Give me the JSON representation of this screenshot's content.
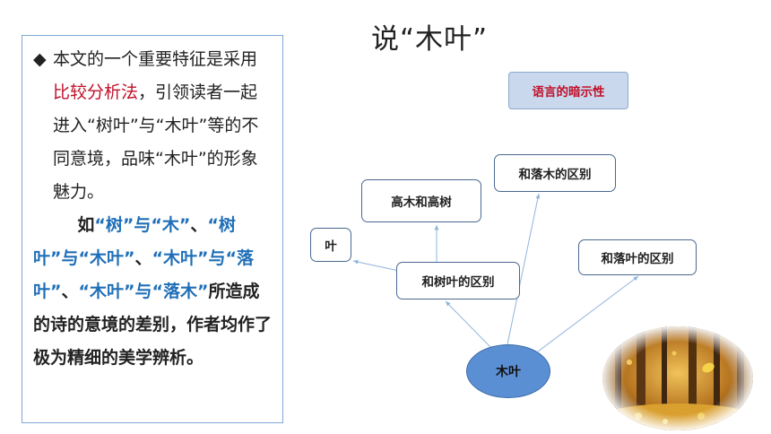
{
  "title": "说“木叶”",
  "left_panel": {
    "para1_bullet": "◆",
    "para1_before": "本文的一个重要特征是采用",
    "para1_highlight": "比较分析法",
    "para1_after": "，引领读者一起进入“树叶”与“木叶”等的不同意境，品味“木叶”的形象魅力。",
    "para2_lead": "如",
    "para2_pair1": "“树”与“木”",
    "para2_sep1": "、",
    "para2_pair2": "“树叶”与“木叶”",
    "para2_sep2": "、",
    "para2_pair3": "“木叶”与“落叶”",
    "para2_sep3": "、",
    "para2_pair4": "“木叶”与“落木”",
    "para2_tail": "所造成的诗的意境的差别，作者均作了极为精细的美学辨析。"
  },
  "diagram": {
    "tag": "语言的暗示性",
    "root": "木叶",
    "nodes": {
      "ye": "叶",
      "gaomu": "高木和高树",
      "luomu": "和落木的区别",
      "shuye": "和树叶的区别",
      "luoye": "和落叶的区别"
    }
  },
  "colors": {
    "highlight_red": "#c0102a",
    "highlight_blue": "#1f6fb8",
    "root_fill": "#5b8fd4",
    "tag_fill": "#c9d8ec",
    "border_blue": "#7fa7d6"
  }
}
